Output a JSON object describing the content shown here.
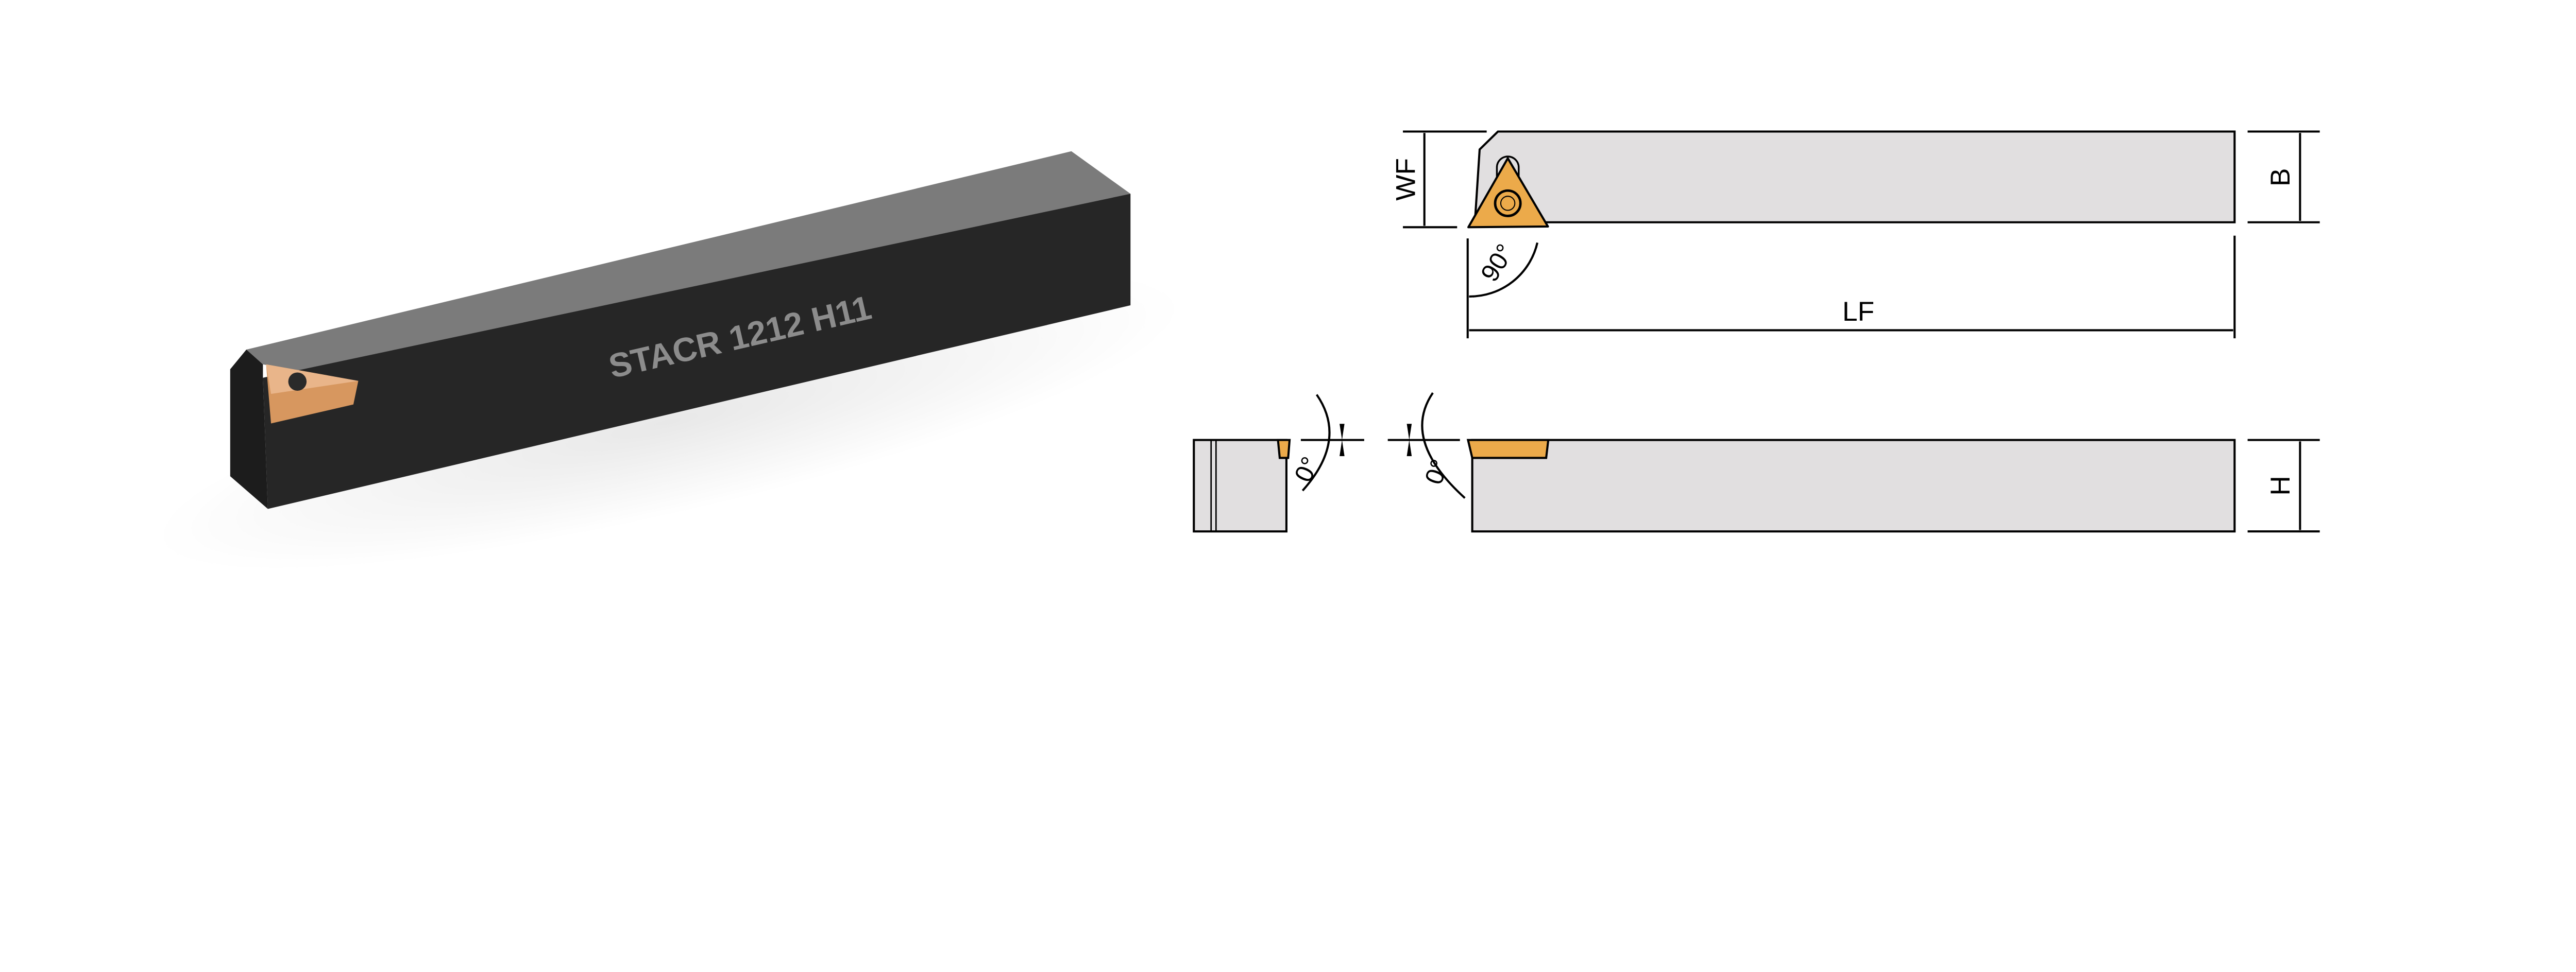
{
  "product": {
    "model_label": "STACR 1212 H11"
  },
  "dimensions": {
    "wf": "WF",
    "b": "B",
    "lf": "LF",
    "h": "H"
  },
  "angles": {
    "approach": "90°",
    "front_rake": "0°",
    "side_rake": "0°"
  },
  "colors": {
    "insert": "#ecaa4a",
    "holder_drawing": "#e1dfe0",
    "holder_render_dark": "#262626",
    "holder_render_top": "#7b7b7b"
  }
}
